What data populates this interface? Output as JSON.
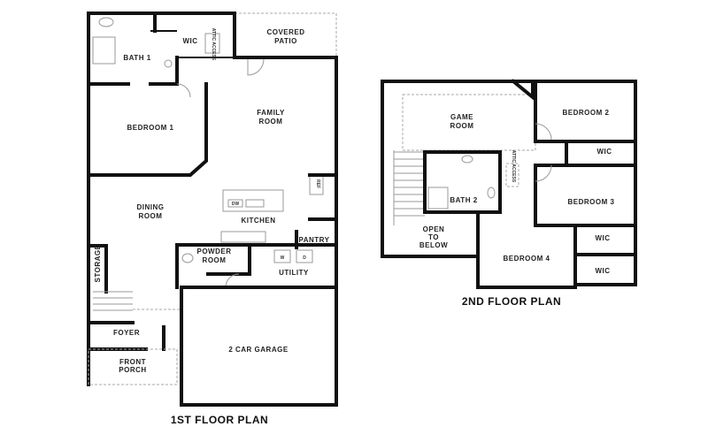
{
  "first_floor": {
    "title": "1ST FLOOR PLAN",
    "rooms": {
      "bath1": "BATH 1",
      "wic": "WIC",
      "attic_access": "ATTIC ACCESS",
      "covered_patio_1": "COVERED",
      "covered_patio_2": "PATIO",
      "bedroom1": "BEDROOM 1",
      "family_room_1": "FAMILY",
      "family_room_2": "ROOM",
      "ref": "REF",
      "dw": "DW",
      "dining_room_1": "DINING",
      "dining_room_2": "ROOM",
      "kitchen": "KITCHEN",
      "pantry": "PANTRY",
      "powder_room_1": "POWDER",
      "powder_room_2": "ROOM",
      "washer": "W",
      "dryer": "D",
      "utility": "UTILITY",
      "storage": "STORAGE",
      "foyer": "FOYER",
      "front_porch_1": "FRONT",
      "front_porch_2": "PORCH",
      "garage": "2 CAR GARAGE"
    }
  },
  "second_floor": {
    "title": "2ND FLOOR PLAN",
    "rooms": {
      "game_room_1": "GAME",
      "game_room_2": "ROOM",
      "bedroom2": "BEDROOM 2",
      "wic_2": "WIC",
      "attic_access": "ATTIC ACCESS",
      "bath2": "BATH 2",
      "bedroom3": "BEDROOM 3",
      "wic_3": "WIC",
      "open_below_1": "OPEN",
      "open_below_2": "TO",
      "open_below_3": "BELOW",
      "bedroom4": "BEDROOM 4",
      "wic_4": "WIC"
    }
  }
}
